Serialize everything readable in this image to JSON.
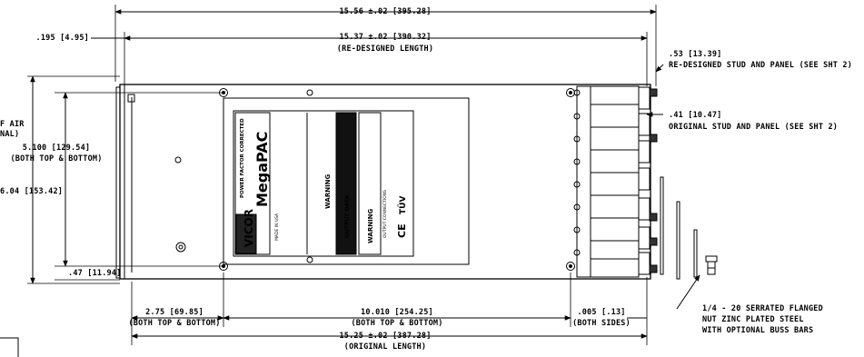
{
  "dimensions": {
    "overall_length": "15.56 ±.02 [395.28]",
    "redesigned_length": "15.37 ±.02 [390.32]",
    "redesigned_length_note": "(RE-DESIGNED LENGTH)",
    "left_offset": ".195 [4.95]",
    "redesigned_stud": ".53 [13.39]",
    "redesigned_stud_note": "RE-DESIGNED STUD AND PANEL (SEE SHT 2)",
    "original_stud": ".41 [10.47]",
    "original_stud_note": "ORIGINAL STUD AND PANEL (SEE SHT 2)",
    "hole_spacing": "5.100 [129.54]",
    "hole_spacing_note": "(BOTH TOP & BOTTOM)",
    "overall_height": "6.04 [153.42]",
    "left_edge_clip": "F AIR",
    "left_edge_clip2": "NAL)",
    "bottom_offset": ".47 [11.94]",
    "left_hole_dist": "2.75 [69.85]",
    "left_hole_dist_note": "(BOTH TOP & BOTTOM)",
    "center_span": "10.010 [254.25]",
    "center_span_note": "(BOTH TOP & BOTTOM)",
    "side_clearance": ".005 [.13]",
    "side_clearance_note": "(BOTH SIDES)",
    "original_length": "15.25 ±.02 [387.28]",
    "original_length_note": "(ORIGINAL LENGTH)",
    "nut_note_1": "1/4 - 20 SERRATED FLANGED",
    "nut_note_2": "NUT ZINC PLATED STEEL",
    "nut_note_3": "WITH OPTIONAL BUSS BARS"
  },
  "label": {
    "brand": "VICOR",
    "product": "MegaPAC",
    "tagline": "POWER FACTOR CORRECTED",
    "made_in": "MADE IN USA",
    "warning": "WARNING",
    "output_data": "OUTPUT DATA",
    "output_connections": "OUTPUT CONNECTIONS",
    "cert": "CE",
    "tuv": "TÜV"
  }
}
